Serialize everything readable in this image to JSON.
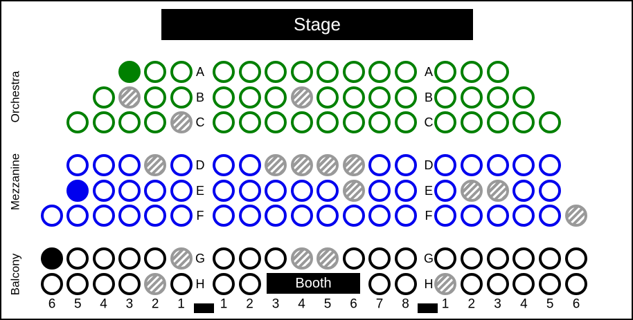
{
  "stage_label": "Stage",
  "booth_label": "Booth",
  "colors": {
    "orchestra": "#008000",
    "mezzanine": "#0000ee",
    "balcony": "#000000",
    "unavailable": "#999999",
    "stage_bg": "#000000",
    "stage_text": "#ffffff"
  },
  "sections": [
    {
      "name": "Orchestra",
      "seat_color": "#008000",
      "rows": [
        {
          "label": "A",
          "left": [
            "occupied",
            "open",
            "open"
          ],
          "center": [
            "open",
            "open",
            "open",
            "open",
            "open",
            "open",
            "open",
            "open"
          ],
          "right": [
            "open",
            "open",
            "open"
          ]
        },
        {
          "label": "B",
          "left": [
            "open",
            "unavailable",
            "open",
            "open"
          ],
          "center": [
            "open",
            "open",
            "open",
            "unavailable",
            "open",
            "open",
            "open",
            "open"
          ],
          "right": [
            "open",
            "open",
            "open",
            "open"
          ]
        },
        {
          "label": "C",
          "left": [
            "open",
            "open",
            "open",
            "open",
            "unavailable"
          ],
          "center": [
            "open",
            "open",
            "open",
            "open",
            "open",
            "open",
            "open",
            "open"
          ],
          "right": [
            "open",
            "open",
            "open",
            "open",
            "open"
          ]
        }
      ]
    },
    {
      "name": "Mezzanine",
      "seat_color": "#0000ee",
      "rows": [
        {
          "label": "D",
          "left": [
            "open",
            "open",
            "open",
            "unavailable",
            "open"
          ],
          "center": [
            "open",
            "open",
            "unavailable",
            "unavailable",
            "unavailable",
            "unavailable",
            "open",
            "open"
          ],
          "right": [
            "open",
            "open",
            "open",
            "open",
            "open"
          ]
        },
        {
          "label": "E",
          "left": [
            "occupied",
            "open",
            "open",
            "open",
            "open"
          ],
          "center": [
            "open",
            "open",
            "open",
            "open",
            "open",
            "unavailable",
            "open",
            "open"
          ],
          "right": [
            "open",
            "unavailable",
            "unavailable",
            "open",
            "open"
          ]
        },
        {
          "label": "F",
          "left": [
            "open",
            "open",
            "open",
            "open",
            "open",
            "open"
          ],
          "center": [
            "open",
            "open",
            "open",
            "open",
            "open",
            "open",
            "open",
            "open"
          ],
          "right": [
            "open",
            "open",
            "open",
            "open",
            "open",
            "unavailable"
          ]
        }
      ]
    },
    {
      "name": "Balcony",
      "seat_color": "#000000",
      "rows": [
        {
          "label": "G",
          "left": [
            "occupied",
            "open",
            "open",
            "open",
            "open",
            "unavailable"
          ],
          "center": [
            "open",
            "open",
            "open",
            "unavailable",
            "unavailable",
            "open",
            "open",
            "open"
          ],
          "right": [
            "open",
            "open",
            "open",
            "open",
            "open",
            "open"
          ]
        },
        {
          "label": "H",
          "left": [
            "open",
            "open",
            "open",
            "open",
            "unavailable",
            "open"
          ],
          "center": [
            "open",
            "open",
            null,
            null,
            null,
            null,
            "open",
            "open"
          ],
          "right": [
            "unavailable",
            "open",
            "open",
            "open",
            "open",
            "open"
          ]
        }
      ]
    }
  ],
  "seat_numbers": {
    "left": [
      "6",
      "5",
      "4",
      "3",
      "2",
      "1"
    ],
    "center": [
      "1",
      "2",
      "3",
      "4",
      "5",
      "6",
      "7",
      "8"
    ],
    "right": [
      "1",
      "2",
      "3",
      "4",
      "5",
      "6"
    ]
  }
}
